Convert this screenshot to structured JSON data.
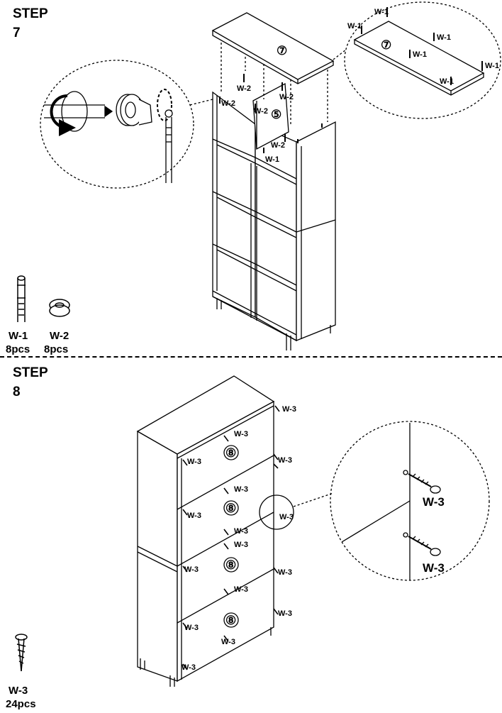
{
  "step7": {
    "title_word": "STEP",
    "title_num": "7",
    "panel_top": "⑦",
    "panel_side": "⑤",
    "w1": "W-1",
    "w2": "W-2",
    "hardware": [
      {
        "code": "W-1",
        "qty": "8pcs",
        "icon": "cam-bolt-icon"
      },
      {
        "code": "W-2",
        "qty": "8pcs",
        "icon": "cam-lock-icon"
      }
    ]
  },
  "step8": {
    "title_word": "STEP",
    "title_num": "8",
    "panel_back": "⑧",
    "w3": "W-3",
    "hardware": [
      {
        "code": "W-3",
        "qty": "24pcs",
        "icon": "screw-icon"
      }
    ]
  }
}
